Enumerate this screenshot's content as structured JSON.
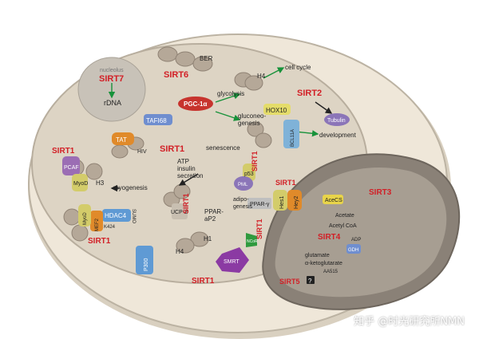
{
  "colors": {
    "cell": "#efe7d9",
    "cell_edge": "#bcb3a3",
    "nucleus": "#d9d1c3",
    "nucleolus": "#c8c2b8",
    "mito": "#8a8177",
    "mito_inner": "#a79e92",
    "red": "#d21f26",
    "green": "#17923a"
  },
  "nucleolus": {
    "title": "nucleolus",
    "sirt": "SIRT7",
    "target": "rDNA"
  },
  "sirt6": {
    "sirt": "SIRT6",
    "ber": "BER",
    "glycolysis": "glycolysis",
    "pgc": "PGC-1α",
    "gluconeo": "gluconeo-\ngenesis"
  },
  "sirt2": {
    "sirt": "SIRT2",
    "cell_cycle": "cell cycle",
    "h4": "H4",
    "hox": "HOX10",
    "tubulin": "Tubulin",
    "development": "development"
  },
  "sirt1_center": {
    "sirt": "SIRT1",
    "taf": "TAFI68",
    "tat": "TAT",
    "hiv": "HIV"
  },
  "muscle": {
    "sirt": "SIRT1",
    "pcaf": "PCAF",
    "myod": "MyoD",
    "h3": "H3",
    "myogenesis": "myogenesis",
    "hdac": "HDAC4",
    "mef2": "MEF2",
    "k424": "K424",
    "sumo": "SUMO"
  },
  "metabolic": {
    "atp": "ATP\ninsulin\nsecretion",
    "ucp": "UCP-2",
    "sirt1": "SIRT1",
    "ppar": "PPAR-\naP2",
    "adipo": "adipo-\ngenesis",
    "ppar_g": "PPAR-γ",
    "smrt": "SMRT",
    "ncor": "NCoR",
    "h1": "H1",
    "h4": "H4"
  },
  "senescence": {
    "label": "senescence",
    "p53": "p53",
    "pml": "PML",
    "sirt": "SIRT1"
  },
  "hes": {
    "sirt": "SIRT1",
    "hes1": "Hes1",
    "hey2": "Hey2",
    "bcl": "BCL11A"
  },
  "bottom": {
    "sirt": "SIRT1",
    "p300": "P300"
  },
  "mito": {
    "sirt3": "SIRT3",
    "acecs": "AceCS",
    "acetate": "Acetate",
    "acetyl": "Acetyl CoA",
    "sirt4": "SIRT4",
    "adp": "ADP",
    "gdh": "GDH",
    "glutamate": "glutamate",
    "akg": "α-ketoglutarate",
    "aa": "AA515",
    "sirt5": "SIRT5",
    "q": "?"
  },
  "watermark": "知乎 @时光研究所NMN"
}
